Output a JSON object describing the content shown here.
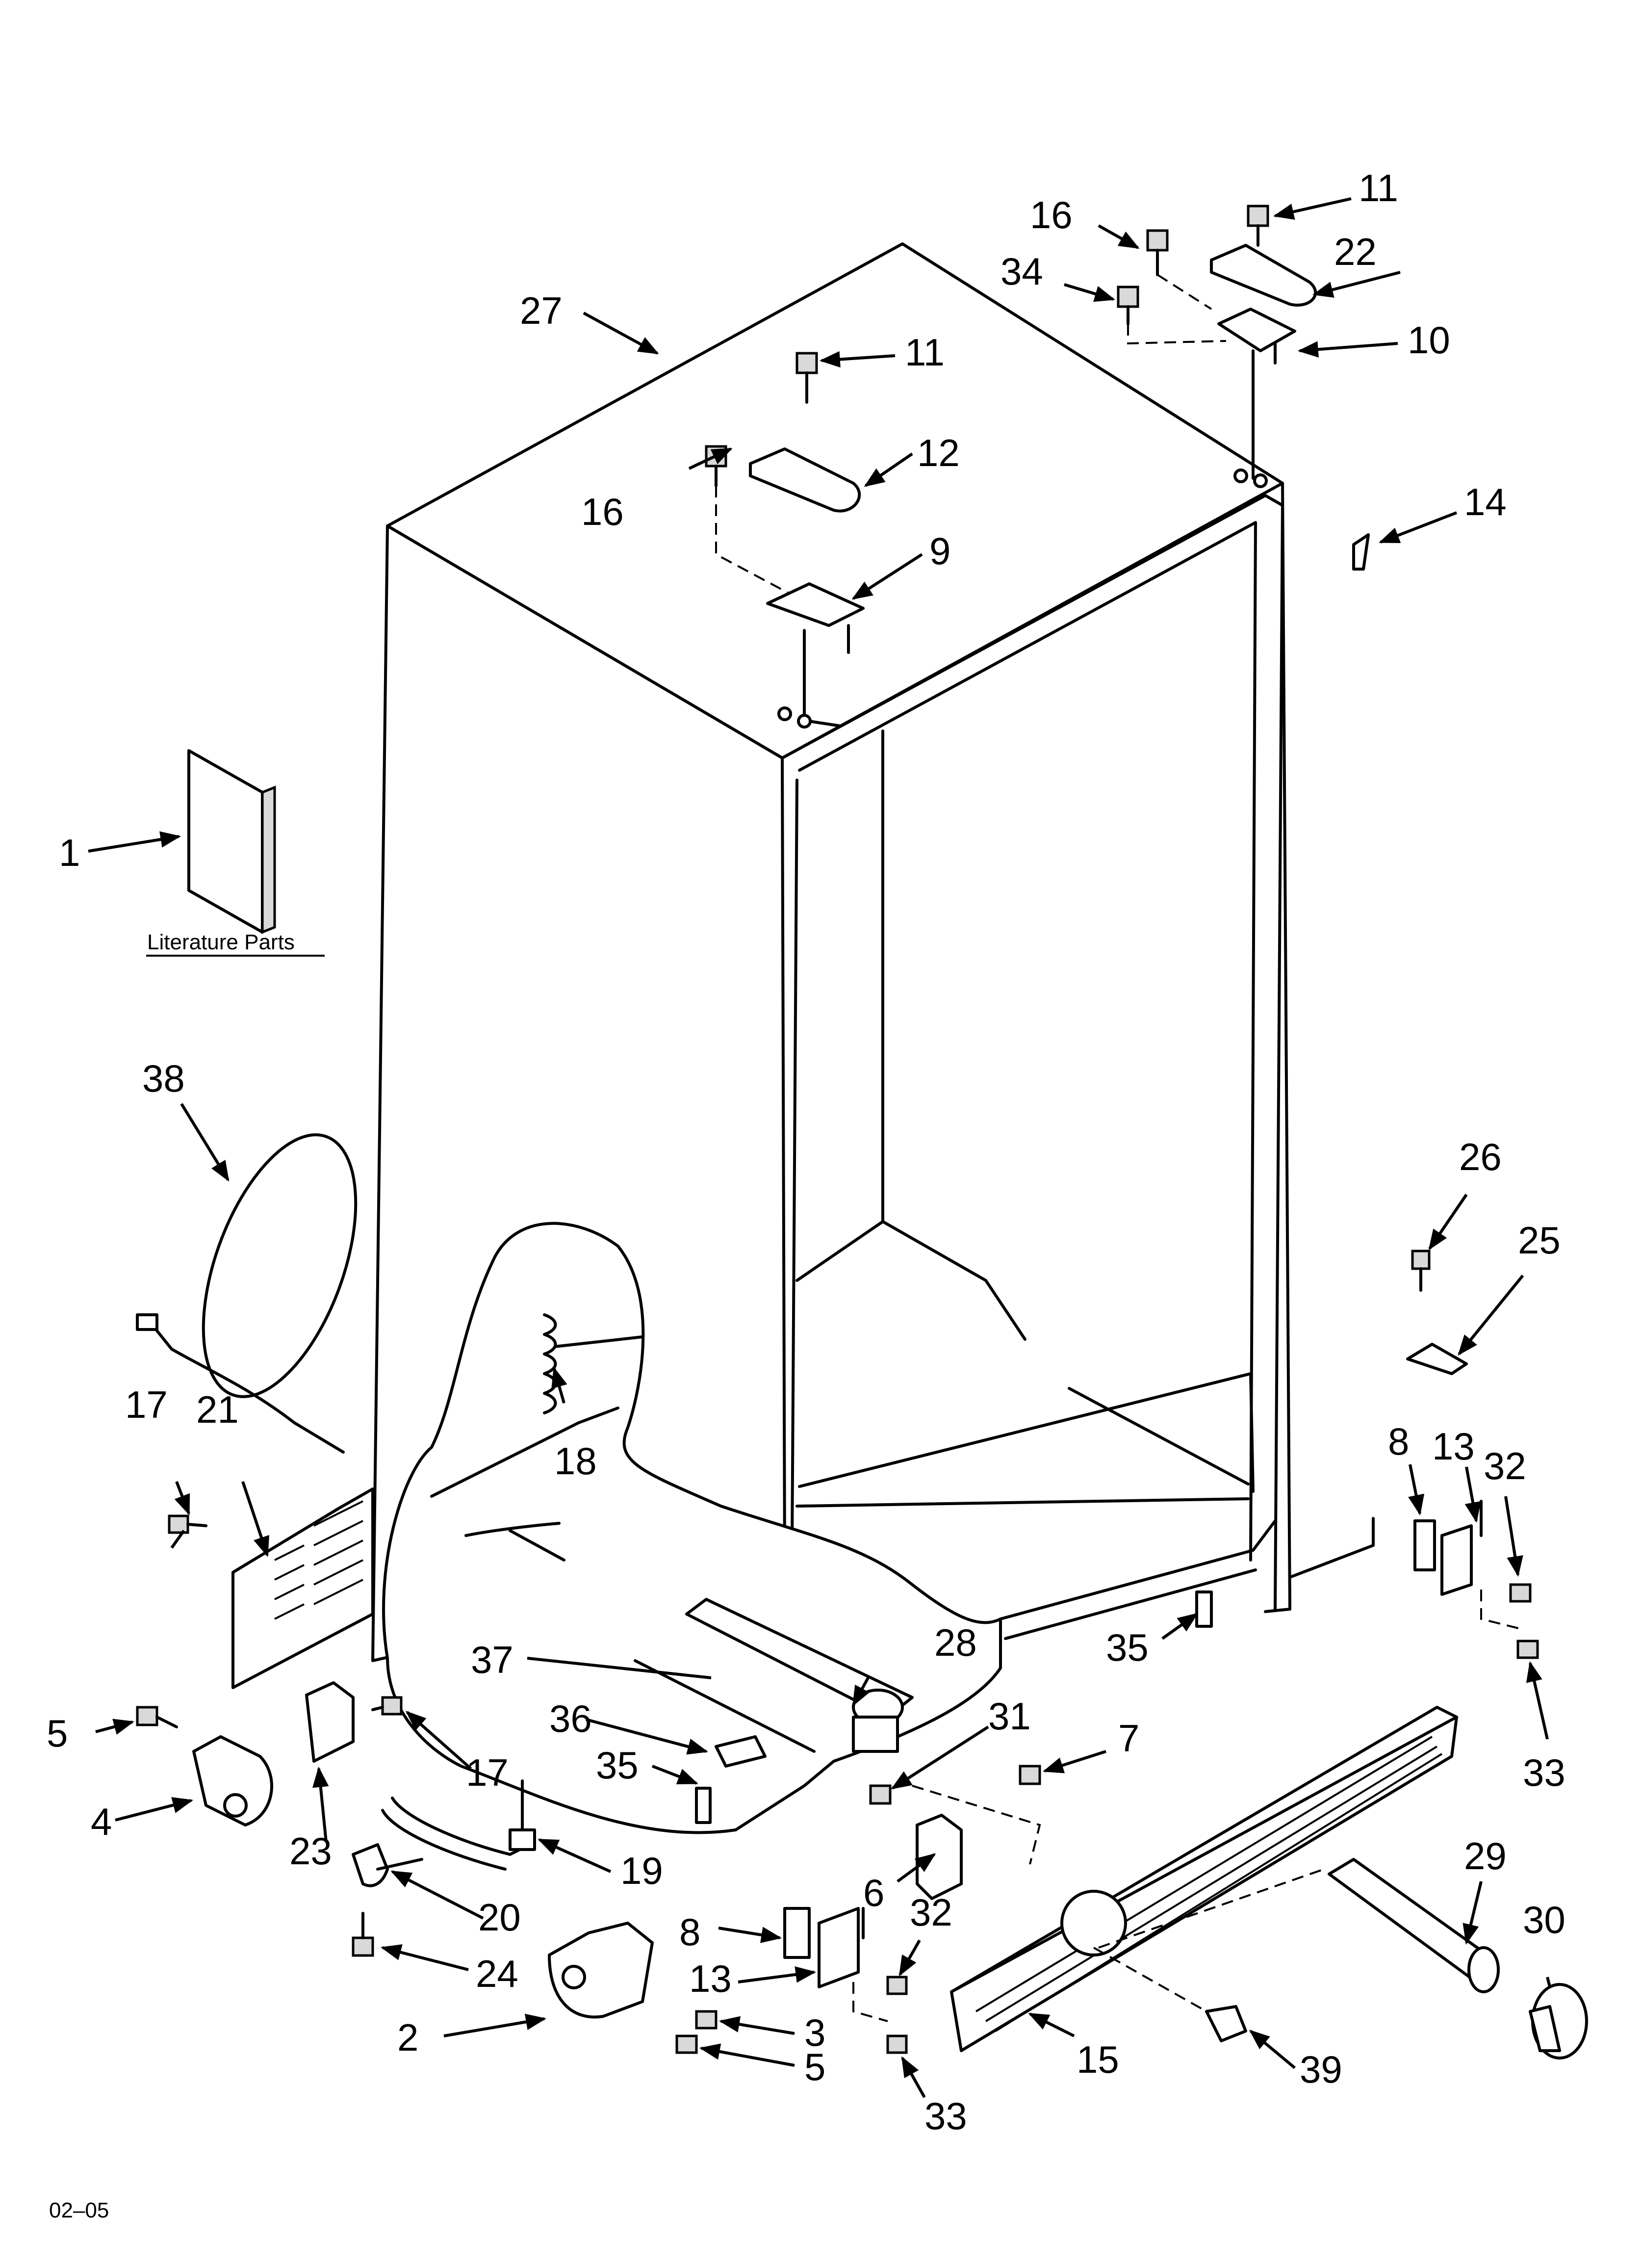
{
  "literature_label": "Literature Parts",
  "footer_code": "02–05",
  "callouts": {
    "c1": "1",
    "c2": "2",
    "c3": "3",
    "c4": "4",
    "c5a": "5",
    "c5b": "5",
    "c6": "6",
    "c7": "7",
    "c8a": "8",
    "c8b": "8",
    "c9": "9",
    "c10": "10",
    "c11a": "11",
    "c11b": "11",
    "c12": "12",
    "c13a": "13",
    "c13b": "13",
    "c14": "14",
    "c15": "15",
    "c16a": "16",
    "c16b": "16",
    "c17a": "17",
    "c17b": "17",
    "c18": "18",
    "c19": "19",
    "c20": "20",
    "c21": "21",
    "c22": "22",
    "c23": "23",
    "c24": "24",
    "c25": "25",
    "c26": "26",
    "c27": "27",
    "c28": "28",
    "c29": "29",
    "c30": "30",
    "c31": "31",
    "c32a": "32",
    "c32b": "32",
    "c33a": "33",
    "c33b": "33",
    "c34": "34",
    "c35a": "35",
    "c35b": "35",
    "c36": "36",
    "c37": "37",
    "c38": "38",
    "c39": "39"
  }
}
